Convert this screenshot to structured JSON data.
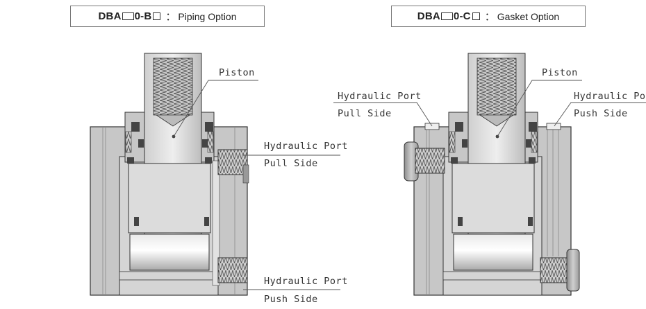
{
  "left_title": {
    "model_prefix": "DBA",
    "model_mid": "0-B",
    "separator": "：",
    "description": "Piping Option"
  },
  "right_title": {
    "model_prefix": "DBA",
    "model_mid": "0-C",
    "separator": "：",
    "description": "Gasket Option"
  },
  "left_labels": {
    "piston": "Piston",
    "port_pull_title": "Hydraulic Port",
    "port_pull_side": "Pull Side",
    "port_push_title": "Hydraulic Port",
    "port_push_side": "Push Side"
  },
  "right_labels": {
    "piston": "Piston",
    "port_pull_title": "Hydraulic Port",
    "port_pull_side": "Pull Side",
    "port_push_title": "Hydraulic Por",
    "port_push_side": "Push Side"
  },
  "colors": {
    "body": "#c7c7c7",
    "piston": "#dcdcdc",
    "dark": "#4a4a4a",
    "outline": "#333333",
    "leader": "#555555"
  }
}
